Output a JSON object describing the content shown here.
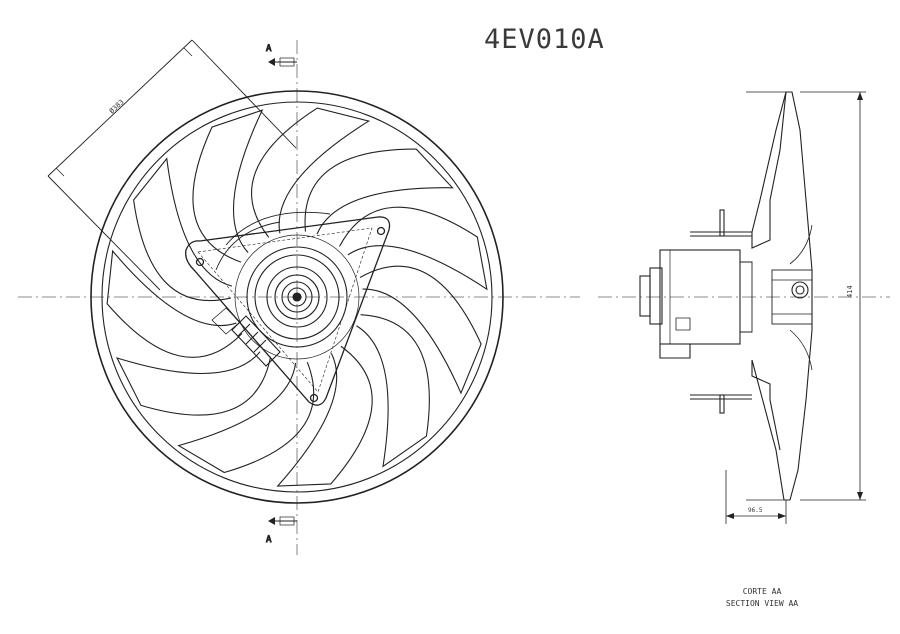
{
  "part_number": "4EV010A",
  "section_marks": {
    "top": "A",
    "bottom": "A"
  },
  "section_caption": {
    "line1": "CORTE AA",
    "line2": "SECTION VIEW AA"
  },
  "fan": {
    "blade_count": 11
  },
  "colors": {
    "line": "#222222",
    "axis": "#555555",
    "background": "#ffffff"
  }
}
